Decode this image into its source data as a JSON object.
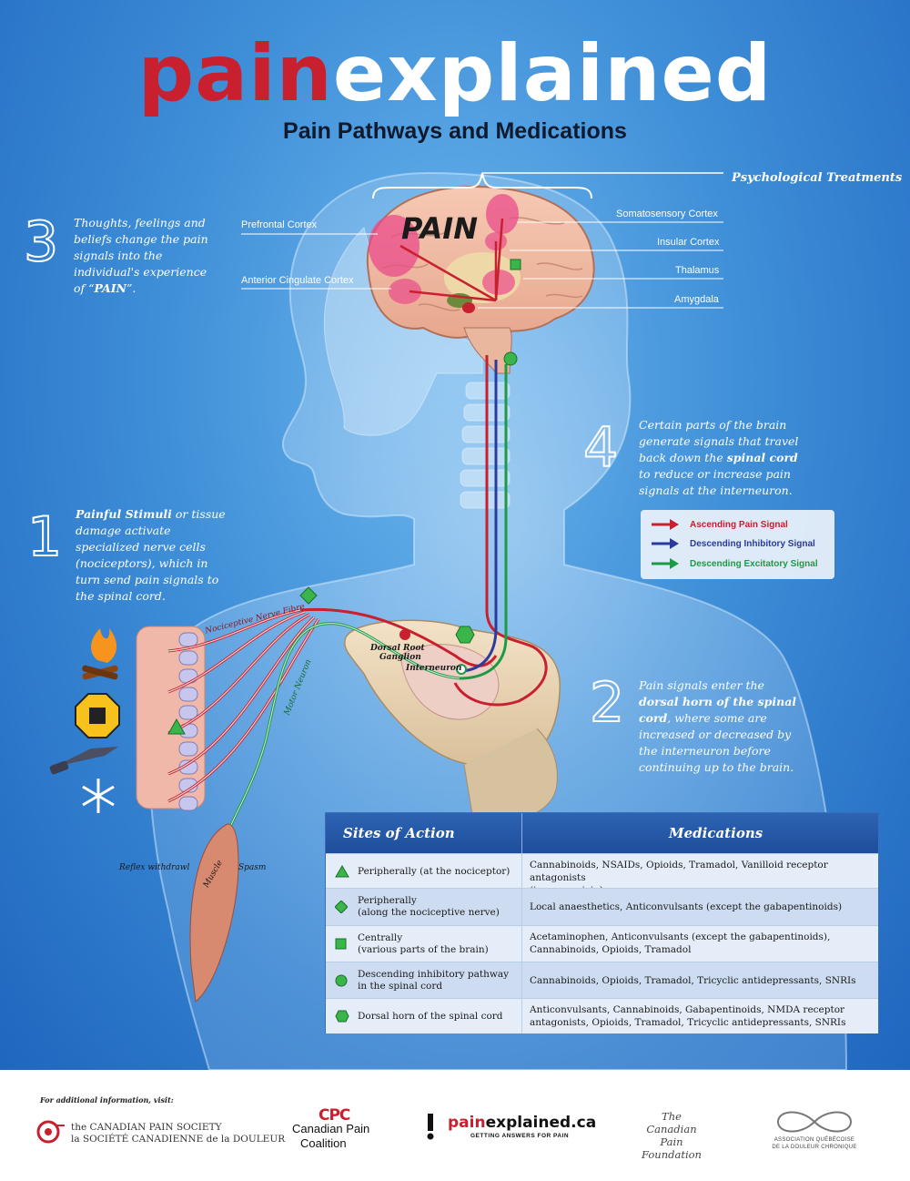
{
  "header": {
    "title_part1": "pain",
    "title_part2": "explained",
    "subtitle": "Pain Pathways and Medications"
  },
  "brain": {
    "psychological_treatments": "Psychological Treatments",
    "pain_word": "PAIN",
    "labels": {
      "prefrontal": "Prefrontal Cortex",
      "anterior_cingulate": "Anterior Cingulate Cortex",
      "somatosensory": "Somatosensory Cortex",
      "insular": "Insular Cortex",
      "thalamus": "Thalamus",
      "amygdala": "Amygdala"
    }
  },
  "steps": {
    "step1": {
      "number": "1",
      "bold": "Painful Stimuli",
      "text": " or tissue damage activate specialized nerve cells (nociceptors), which in turn send pain signals to the spinal cord."
    },
    "step2": {
      "number": "2",
      "pre": "Pain signals enter the ",
      "bold": "dorsal horn of the spinal cord",
      "post": ", where some are increased or decreased by the interneuron before continuing up to the brain."
    },
    "step3": {
      "number": "3",
      "pre": "Thoughts, feelings and beliefs change the pain signals into the individual's experience of “",
      "bold": "PAIN",
      "post": "”."
    },
    "step4": {
      "number": "4",
      "pre": "Certain parts of the brain generate signals that travel back down the ",
      "bold": "spinal cord",
      "post": " to reduce or increase pain signals at the interneuron."
    }
  },
  "diagram_labels": {
    "nociceptive_fibre": "Nociceptive Nerve Fibre",
    "motor_neuron": "Motor Neuron",
    "dorsal_root_1": "Dorsal Root",
    "dorsal_root_2": "Ganglion",
    "interneuron": "Interneuron",
    "reflex": "Reflex withdrawl",
    "muscle": "Muscle",
    "spasm": "Spasm"
  },
  "stimuli_icons": [
    "fire-icon",
    "chemical-hazard-icon",
    "knife-icon",
    "snowflake-icon"
  ],
  "legend": [
    {
      "label": "Ascending Pain Signal",
      "color": "#c8202e"
    },
    {
      "label": "Descending Inhibitory Signal",
      "color": "#2b3a9c"
    },
    {
      "label": "Descending Excitatory Signal",
      "color": "#1e9a46"
    }
  ],
  "table": {
    "header_sites": "Sites of Action",
    "header_meds": "Medications",
    "rows": [
      {
        "symbol": "triangle",
        "site": "Peripherally (at the nociceptor)",
        "site2": "",
        "meds": "Cannabinoids, NSAIDs, Opioids, Tramadol, Vanilloid receptor antagonists",
        "meds2": "(i.e., capsaicin)"
      },
      {
        "symbol": "diamond",
        "site": "Peripherally",
        "site2": "(along the nociceptive nerve)",
        "meds": "Local anaesthetics, Anticonvulsants (except the gabapentinoids)",
        "meds2": ""
      },
      {
        "symbol": "square",
        "site": "Centrally",
        "site2": "(various parts of the brain)",
        "meds": "Acetaminophen, Anticonvulsants (except the gabapentinoids),",
        "meds2": "Cannabinoids, Opioids, Tramadol"
      },
      {
        "symbol": "circle",
        "site": "Descending inhibitory pathway",
        "site2": "in the spinal cord",
        "meds": "Cannabinoids, Opioids, Tramadol, Tricyclic antidepressants, SNRIs",
        "meds2": ""
      },
      {
        "symbol": "hexagon",
        "site": "Dorsal horn of the spinal cord",
        "site2": "",
        "meds": "Anticonvulsants, Cannabinoids, Gabapentinoids, NMDA receptor",
        "meds2": "antagonists, Opioids, Tramadol, Tricyclic antidepressants, SNRIs"
      }
    ]
  },
  "footer": {
    "note": "For additional information, visit:",
    "cps_line1": "the CANADIAN PAIN SOCIETY",
    "cps_line2": "la SOCIÉTÉ CANADIENNE de la DOULEUR",
    "cpc_logo": "CPC",
    "cpc_line1": "Canadian Pain",
    "cpc_line2": "Coalition",
    "pe_part1": "pain",
    "pe_part2": "explained.ca",
    "pe_tagline": "GETTING ANSWERS FOR PAIN",
    "cpf_line1": "The",
    "cpf_line2": "Canadian Pain",
    "cpf_line3": "Foundation",
    "aq_line1": "ASSOCIATION QUÉBÉCOISE",
    "aq_line2": "DE LA DOULEUR CHRONIQUE"
  },
  "colors": {
    "ascending": "#c8202e",
    "inhibitory": "#2b3a9c",
    "excitatory": "#1e9a46",
    "marker_green": "#39b54a"
  }
}
